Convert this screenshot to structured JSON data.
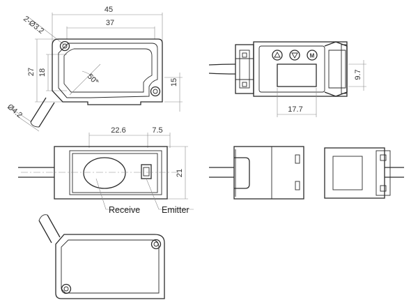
{
  "dimensions": {
    "width_45": "45",
    "width_37": "37",
    "hole_2x": "2-Ø3.2",
    "height_27": "27",
    "height_18": "18",
    "angle_50": "50°",
    "height_15": "15",
    "cable_dia": "Ø4.2",
    "pitch_22_6": "22.6",
    "offset_7_5": "7.5",
    "height_21": "21",
    "display_17_7": "17.7",
    "display_9_7": "9.7"
  },
  "labels": {
    "receive": "Receive",
    "emitter": "Emitter"
  }
}
